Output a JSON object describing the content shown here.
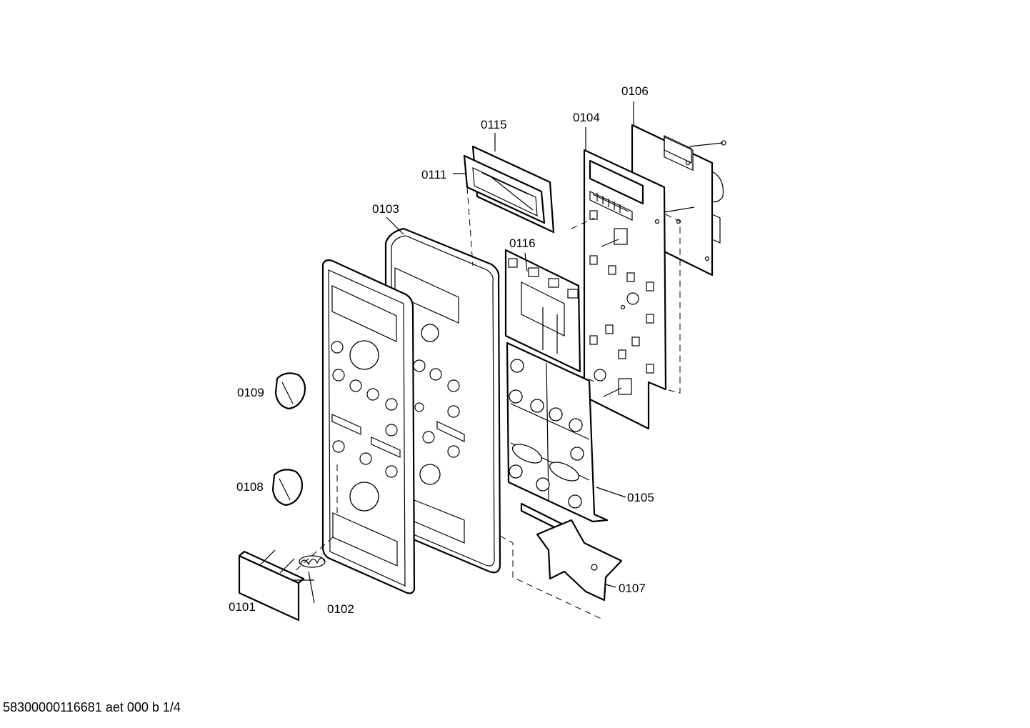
{
  "parts": [
    {
      "id": "p0106",
      "label": "0106"
    },
    {
      "id": "p0104",
      "label": "0104"
    },
    {
      "id": "p0115",
      "label": "0115"
    },
    {
      "id": "p0111",
      "label": "0111"
    },
    {
      "id": "p0103",
      "label": "0103"
    },
    {
      "id": "p0116",
      "label": "0116"
    },
    {
      "id": "p0109",
      "label": "0109"
    },
    {
      "id": "p0108",
      "label": "0108"
    },
    {
      "id": "p0105",
      "label": "0105"
    },
    {
      "id": "p0107",
      "label": "0107"
    },
    {
      "id": "p0101",
      "label": "0101"
    },
    {
      "id": "p0102",
      "label": "0102"
    }
  ],
  "footer": "58300000116681 aet 000 b 1/4"
}
